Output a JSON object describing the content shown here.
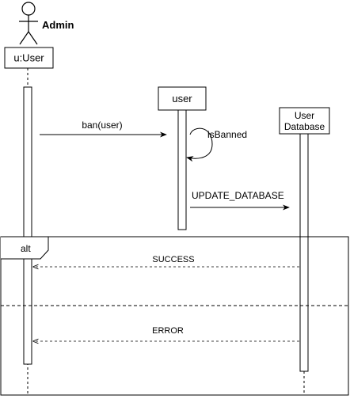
{
  "actor": {
    "name": "Admin"
  },
  "lifelines": [
    {
      "id": "u",
      "label_lines": [
        "u:User"
      ]
    },
    {
      "id": "user",
      "label_lines": [
        "user"
      ]
    },
    {
      "id": "db",
      "label_lines": [
        "User",
        "Database"
      ]
    }
  ],
  "messages": [
    {
      "from": "u",
      "to": "user",
      "label": "ban(user)",
      "kind": "sync"
    },
    {
      "from": "user",
      "to": "user",
      "label": "isBanned",
      "kind": "self"
    },
    {
      "from": "user",
      "to": "db",
      "label": "UPDATE_DATABASE",
      "kind": "sync"
    },
    {
      "from": "db",
      "to": "u",
      "label": "SUCCESS",
      "kind": "return"
    },
    {
      "from": "db",
      "to": "u",
      "label": "ERROR",
      "kind": "return"
    }
  ],
  "fragment": {
    "operator": "alt"
  }
}
